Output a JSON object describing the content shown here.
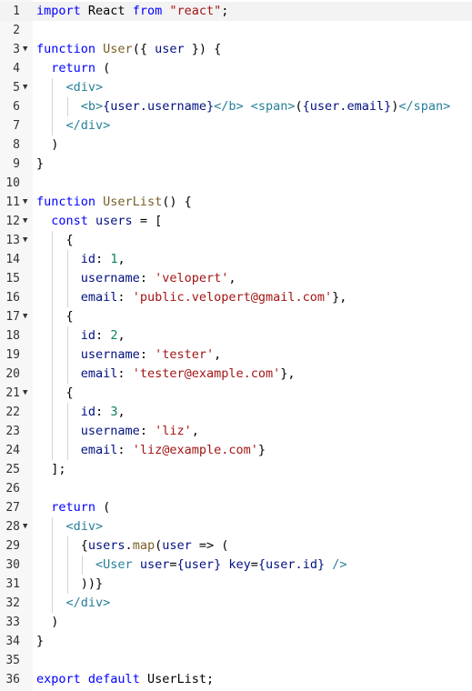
{
  "editor": {
    "language": "javascript",
    "fold_marker": "▼",
    "highlighted_line": 1,
    "lines": [
      {
        "n": "1",
        "fold": false,
        "indent": 0,
        "tokens": [
          {
            "t": "import",
            "c": "keyword"
          },
          {
            "t": " React ",
            "c": "text"
          },
          {
            "t": "from",
            "c": "keyword"
          },
          {
            "t": " \"react\"",
            "c": "string"
          },
          {
            "t": ";",
            "c": "punct"
          }
        ]
      },
      {
        "n": "2",
        "fold": false,
        "indent": 0,
        "tokens": []
      },
      {
        "n": "3",
        "fold": true,
        "indent": 0,
        "tokens": [
          {
            "t": "function",
            "c": "keyword"
          },
          {
            "t": " ",
            "c": "text"
          },
          {
            "t": "User",
            "c": "func"
          },
          {
            "t": "({ ",
            "c": "punct"
          },
          {
            "t": "user",
            "c": "variable"
          },
          {
            "t": " }) {",
            "c": "punct"
          }
        ]
      },
      {
        "n": "4",
        "fold": false,
        "indent": 1,
        "tokens": [
          {
            "t": "  ",
            "c": "text"
          },
          {
            "t": "return",
            "c": "keyword"
          },
          {
            "t": " (",
            "c": "punct"
          }
        ]
      },
      {
        "n": "5",
        "fold": true,
        "indent": 2,
        "tokens": [
          {
            "t": "    ",
            "c": "text"
          },
          {
            "t": "<div>",
            "c": "tag"
          }
        ]
      },
      {
        "n": "6",
        "fold": false,
        "indent": 3,
        "tokens": [
          {
            "t": "      ",
            "c": "text"
          },
          {
            "t": "<b>",
            "c": "tag"
          },
          {
            "t": "{user.username}",
            "c": "variable"
          },
          {
            "t": "</b>",
            "c": "tag"
          },
          {
            "t": " ",
            "c": "text"
          },
          {
            "t": "<span>",
            "c": "tag"
          },
          {
            "t": "(",
            "c": "punct"
          },
          {
            "t": "{user.email}",
            "c": "variable"
          },
          {
            "t": ")",
            "c": "punct"
          },
          {
            "t": "</span>",
            "c": "tag"
          }
        ]
      },
      {
        "n": "7",
        "fold": false,
        "indent": 2,
        "tokens": [
          {
            "t": "    ",
            "c": "text"
          },
          {
            "t": "</div>",
            "c": "tag"
          }
        ]
      },
      {
        "n": "8",
        "fold": false,
        "indent": 1,
        "tokens": [
          {
            "t": "  )",
            "c": "punct"
          }
        ]
      },
      {
        "n": "9",
        "fold": false,
        "indent": 0,
        "tokens": [
          {
            "t": "}",
            "c": "punct"
          }
        ]
      },
      {
        "n": "10",
        "fold": false,
        "indent": 0,
        "tokens": []
      },
      {
        "n": "11",
        "fold": true,
        "indent": 0,
        "tokens": [
          {
            "t": "function",
            "c": "keyword"
          },
          {
            "t": " ",
            "c": "text"
          },
          {
            "t": "UserList",
            "c": "func"
          },
          {
            "t": "() {",
            "c": "punct"
          }
        ]
      },
      {
        "n": "12",
        "fold": true,
        "indent": 1,
        "tokens": [
          {
            "t": "  ",
            "c": "text"
          },
          {
            "t": "const",
            "c": "keyword"
          },
          {
            "t": " ",
            "c": "text"
          },
          {
            "t": "users",
            "c": "variable"
          },
          {
            "t": " = [",
            "c": "punct"
          }
        ]
      },
      {
        "n": "13",
        "fold": true,
        "indent": 2,
        "tokens": [
          {
            "t": "    {",
            "c": "punct"
          }
        ]
      },
      {
        "n": "14",
        "fold": false,
        "indent": 3,
        "tokens": [
          {
            "t": "      ",
            "c": "text"
          },
          {
            "t": "id",
            "c": "variable"
          },
          {
            "t": ": ",
            "c": "punct"
          },
          {
            "t": "1",
            "c": "number"
          },
          {
            "t": ",",
            "c": "punct"
          }
        ]
      },
      {
        "n": "15",
        "fold": false,
        "indent": 3,
        "tokens": [
          {
            "t": "      ",
            "c": "text"
          },
          {
            "t": "username",
            "c": "variable"
          },
          {
            "t": ": ",
            "c": "punct"
          },
          {
            "t": "'velopert'",
            "c": "sq-string"
          },
          {
            "t": ",",
            "c": "punct"
          }
        ]
      },
      {
        "n": "16",
        "fold": false,
        "indent": 3,
        "tokens": [
          {
            "t": "      ",
            "c": "text"
          },
          {
            "t": "email",
            "c": "variable"
          },
          {
            "t": ": ",
            "c": "punct"
          },
          {
            "t": "'public.velopert@gmail.com'",
            "c": "sq-string"
          },
          {
            "t": "},",
            "c": "punct"
          }
        ]
      },
      {
        "n": "17",
        "fold": true,
        "indent": 2,
        "tokens": [
          {
            "t": "    {",
            "c": "punct"
          }
        ]
      },
      {
        "n": "18",
        "fold": false,
        "indent": 3,
        "tokens": [
          {
            "t": "      ",
            "c": "text"
          },
          {
            "t": "id",
            "c": "variable"
          },
          {
            "t": ": ",
            "c": "punct"
          },
          {
            "t": "2",
            "c": "number"
          },
          {
            "t": ",",
            "c": "punct"
          }
        ]
      },
      {
        "n": "19",
        "fold": false,
        "indent": 3,
        "tokens": [
          {
            "t": "      ",
            "c": "text"
          },
          {
            "t": "username",
            "c": "variable"
          },
          {
            "t": ": ",
            "c": "punct"
          },
          {
            "t": "'tester'",
            "c": "sq-string"
          },
          {
            "t": ",",
            "c": "punct"
          }
        ]
      },
      {
        "n": "20",
        "fold": false,
        "indent": 3,
        "tokens": [
          {
            "t": "      ",
            "c": "text"
          },
          {
            "t": "email",
            "c": "variable"
          },
          {
            "t": ": ",
            "c": "punct"
          },
          {
            "t": "'tester@example.com'",
            "c": "sq-string"
          },
          {
            "t": "},",
            "c": "punct"
          }
        ]
      },
      {
        "n": "21",
        "fold": true,
        "indent": 2,
        "tokens": [
          {
            "t": "    {",
            "c": "punct"
          }
        ]
      },
      {
        "n": "22",
        "fold": false,
        "indent": 3,
        "tokens": [
          {
            "t": "      ",
            "c": "text"
          },
          {
            "t": "id",
            "c": "variable"
          },
          {
            "t": ": ",
            "c": "punct"
          },
          {
            "t": "3",
            "c": "number"
          },
          {
            "t": ",",
            "c": "punct"
          }
        ]
      },
      {
        "n": "23",
        "fold": false,
        "indent": 3,
        "tokens": [
          {
            "t": "      ",
            "c": "text"
          },
          {
            "t": "username",
            "c": "variable"
          },
          {
            "t": ": ",
            "c": "punct"
          },
          {
            "t": "'liz'",
            "c": "sq-string"
          },
          {
            "t": ",",
            "c": "punct"
          }
        ]
      },
      {
        "n": "24",
        "fold": false,
        "indent": 3,
        "tokens": [
          {
            "t": "      ",
            "c": "text"
          },
          {
            "t": "email",
            "c": "variable"
          },
          {
            "t": ": ",
            "c": "punct"
          },
          {
            "t": "'liz@example.com'",
            "c": "sq-string"
          },
          {
            "t": "}",
            "c": "punct"
          }
        ]
      },
      {
        "n": "25",
        "fold": false,
        "indent": 1,
        "tokens": [
          {
            "t": "  ];",
            "c": "punct"
          }
        ]
      },
      {
        "n": "26",
        "fold": false,
        "indent": 0,
        "tokens": []
      },
      {
        "n": "27",
        "fold": false,
        "indent": 1,
        "tokens": [
          {
            "t": "  ",
            "c": "text"
          },
          {
            "t": "return",
            "c": "keyword"
          },
          {
            "t": " (",
            "c": "punct"
          }
        ]
      },
      {
        "n": "28",
        "fold": true,
        "indent": 2,
        "tokens": [
          {
            "t": "    ",
            "c": "text"
          },
          {
            "t": "<div>",
            "c": "tag"
          }
        ]
      },
      {
        "n": "29",
        "fold": false,
        "indent": 3,
        "tokens": [
          {
            "t": "      {",
            "c": "punct"
          },
          {
            "t": "users",
            "c": "variable"
          },
          {
            "t": ".",
            "c": "punct"
          },
          {
            "t": "map",
            "c": "func"
          },
          {
            "t": "(",
            "c": "punct"
          },
          {
            "t": "user",
            "c": "variable"
          },
          {
            "t": " => (",
            "c": "punct"
          }
        ]
      },
      {
        "n": "30",
        "fold": false,
        "indent": 4,
        "tokens": [
          {
            "t": "        ",
            "c": "text"
          },
          {
            "t": "<User",
            "c": "tag"
          },
          {
            "t": " ",
            "c": "text"
          },
          {
            "t": "user",
            "c": "variable"
          },
          {
            "t": "=",
            "c": "punct"
          },
          {
            "t": "{user}",
            "c": "variable"
          },
          {
            "t": " ",
            "c": "text"
          },
          {
            "t": "key",
            "c": "variable"
          },
          {
            "t": "=",
            "c": "punct"
          },
          {
            "t": "{user.id}",
            "c": "variable"
          },
          {
            "t": " ",
            "c": "text"
          },
          {
            "t": "/>",
            "c": "tag"
          }
        ]
      },
      {
        "n": "31",
        "fold": false,
        "indent": 3,
        "tokens": [
          {
            "t": "      ))}",
            "c": "punct"
          }
        ]
      },
      {
        "n": "32",
        "fold": false,
        "indent": 2,
        "tokens": [
          {
            "t": "    ",
            "c": "text"
          },
          {
            "t": "</div>",
            "c": "tag"
          }
        ]
      },
      {
        "n": "33",
        "fold": false,
        "indent": 1,
        "tokens": [
          {
            "t": "  )",
            "c": "punct"
          }
        ]
      },
      {
        "n": "34",
        "fold": false,
        "indent": 0,
        "tokens": [
          {
            "t": "}",
            "c": "punct"
          }
        ]
      },
      {
        "n": "35",
        "fold": false,
        "indent": 0,
        "tokens": []
      },
      {
        "n": "36",
        "fold": false,
        "indent": 0,
        "tokens": [
          {
            "t": "export",
            "c": "keyword"
          },
          {
            "t": " ",
            "c": "text"
          },
          {
            "t": "default",
            "c": "keyword"
          },
          {
            "t": " ",
            "c": "text"
          },
          {
            "t": "UserList",
            "c": "text"
          },
          {
            "t": ";",
            "c": "punct"
          }
        ]
      }
    ]
  }
}
